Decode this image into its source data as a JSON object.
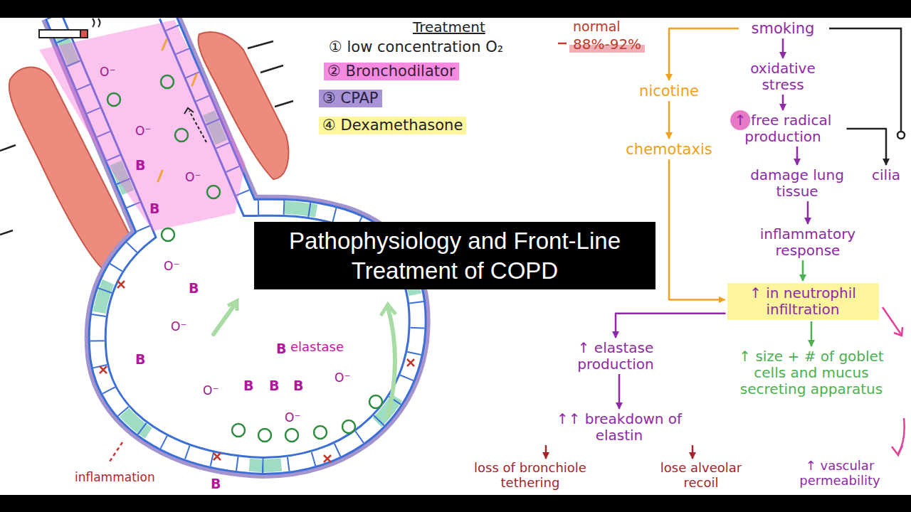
{
  "diagram": {
    "title": "Pathophysiology and Front-Line Treatment of COPD",
    "nodes": [
      {
        "text": [
          "smoking"
        ]
      },
      {
        "text": [
          "nicotine"
        ]
      },
      {
        "text": [
          "oxidative stress"
        ]
      },
      {
        "text": [
          "↑ free radical production"
        ]
      },
      {
        "text": [
          "damage lung tissue"
        ]
      },
      {
        "text": [
          "cilia"
        ]
      },
      {
        "text": [
          "chemotaxis"
        ]
      },
      {
        "text": [
          "inflammatory response"
        ]
      },
      {
        "text": [
          "↑ in neutrophil infiltration"
        ]
      },
      {
        "text": [
          "↑ elastase production"
        ]
      },
      {
        "text": [
          "↑ size + # of goblet cells and mucus secreting apparatus"
        ]
      },
      {
        "text": [
          "↑↑ breakdown of elastin"
        ]
      },
      {
        "text": [
          "loss of bronchiole tethering"
        ]
      },
      {
        "text": [
          "lose alveolar recoil"
        ]
      },
      {
        "text": [
          "↑ vascular permeability"
        ]
      }
    ],
    "edges": [
      {
        "from": 0,
        "to": 1,
        "arrow": "to"
      },
      {
        "from": 0,
        "to": 2,
        "arrow": "to"
      },
      {
        "from": 2,
        "to": 3,
        "arrow": "to"
      },
      {
        "from": 3,
        "to": 4,
        "arrow": "to"
      },
      {
        "from": 3,
        "to": 5,
        "arrow": "to"
      },
      {
        "from": 1,
        "to": 6,
        "arrow": "to"
      },
      {
        "from": 4,
        "to": 7,
        "arrow": "to"
      },
      {
        "from": 7,
        "to": 8,
        "arrow": "to"
      },
      {
        "from": 6,
        "to": 8,
        "arrow": "to"
      },
      {
        "from": 8,
        "to": 9,
        "arrow": "to"
      },
      {
        "from": 8,
        "to": 10,
        "arrow": "to"
      },
      {
        "from": 9,
        "to": 11,
        "arrow": "to"
      },
      {
        "from": 11,
        "to": 12,
        "arrow": "to"
      },
      {
        "from": 11,
        "to": 13,
        "arrow": "to"
      }
    ],
    "labels": [
      "Treatment",
      "normal",
      "① low concentration O₂",
      "88%-92%",
      "② Bronchodilator",
      "③ CPAP",
      "④ Dexamethasone",
      "elastase",
      "inflammation",
      "B",
      "B",
      "B",
      "B",
      "B",
      "B",
      "B",
      "B",
      "B",
      "O⁻",
      "O⁻",
      "O⁻",
      "O⁻",
      "O⁻",
      "O⁻",
      "O⁻",
      "O⁻"
    ]
  }
}
